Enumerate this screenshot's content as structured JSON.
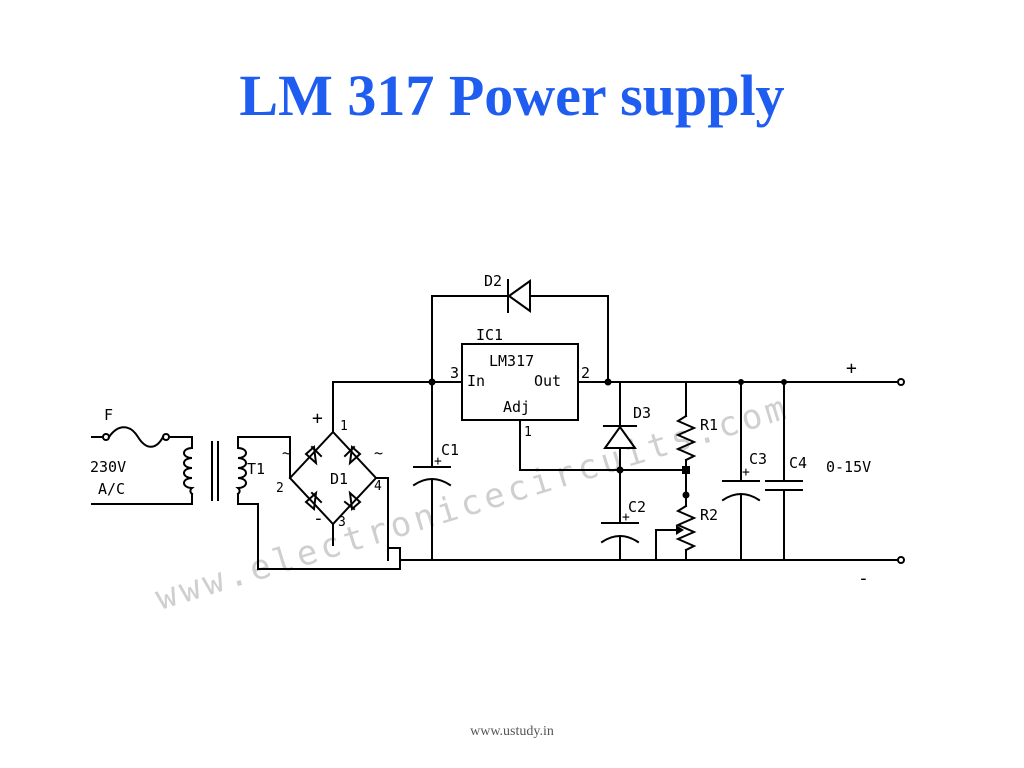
{
  "slide": {
    "title": "LM 317 Power supply",
    "footer": "www.ustudy.in",
    "title_color": "#1f5cf0"
  },
  "watermark": "www.electronicecircuits.com",
  "schematic": {
    "input": {
      "fuse": "F",
      "voltage": "230V",
      "type": "A/C"
    },
    "transformer": "T1",
    "bridge": {
      "name": "D1",
      "plus": "+",
      "minus": "-",
      "ac1": "~",
      "ac2": "~",
      "pin1": "1",
      "pin2": "2",
      "pin3": "3",
      "pin4": "4"
    },
    "regulator": {
      "ref": "IC1",
      "part": "LM317",
      "in": "In",
      "out": "Out",
      "adj": "Adj",
      "pin_in": "3",
      "pin_out": "2",
      "pin_adj": "1"
    },
    "components": {
      "d2": "D2",
      "d3": "D3",
      "c1": "C1",
      "c2": "C2",
      "c3": "C3",
      "c4": "C4",
      "r1": "R1",
      "r2": "R2",
      "c1_plus": "+",
      "c2_plus": "+",
      "c3_plus": "+"
    },
    "output": {
      "range": "0-15V",
      "plus": "+",
      "minus": "-"
    }
  }
}
